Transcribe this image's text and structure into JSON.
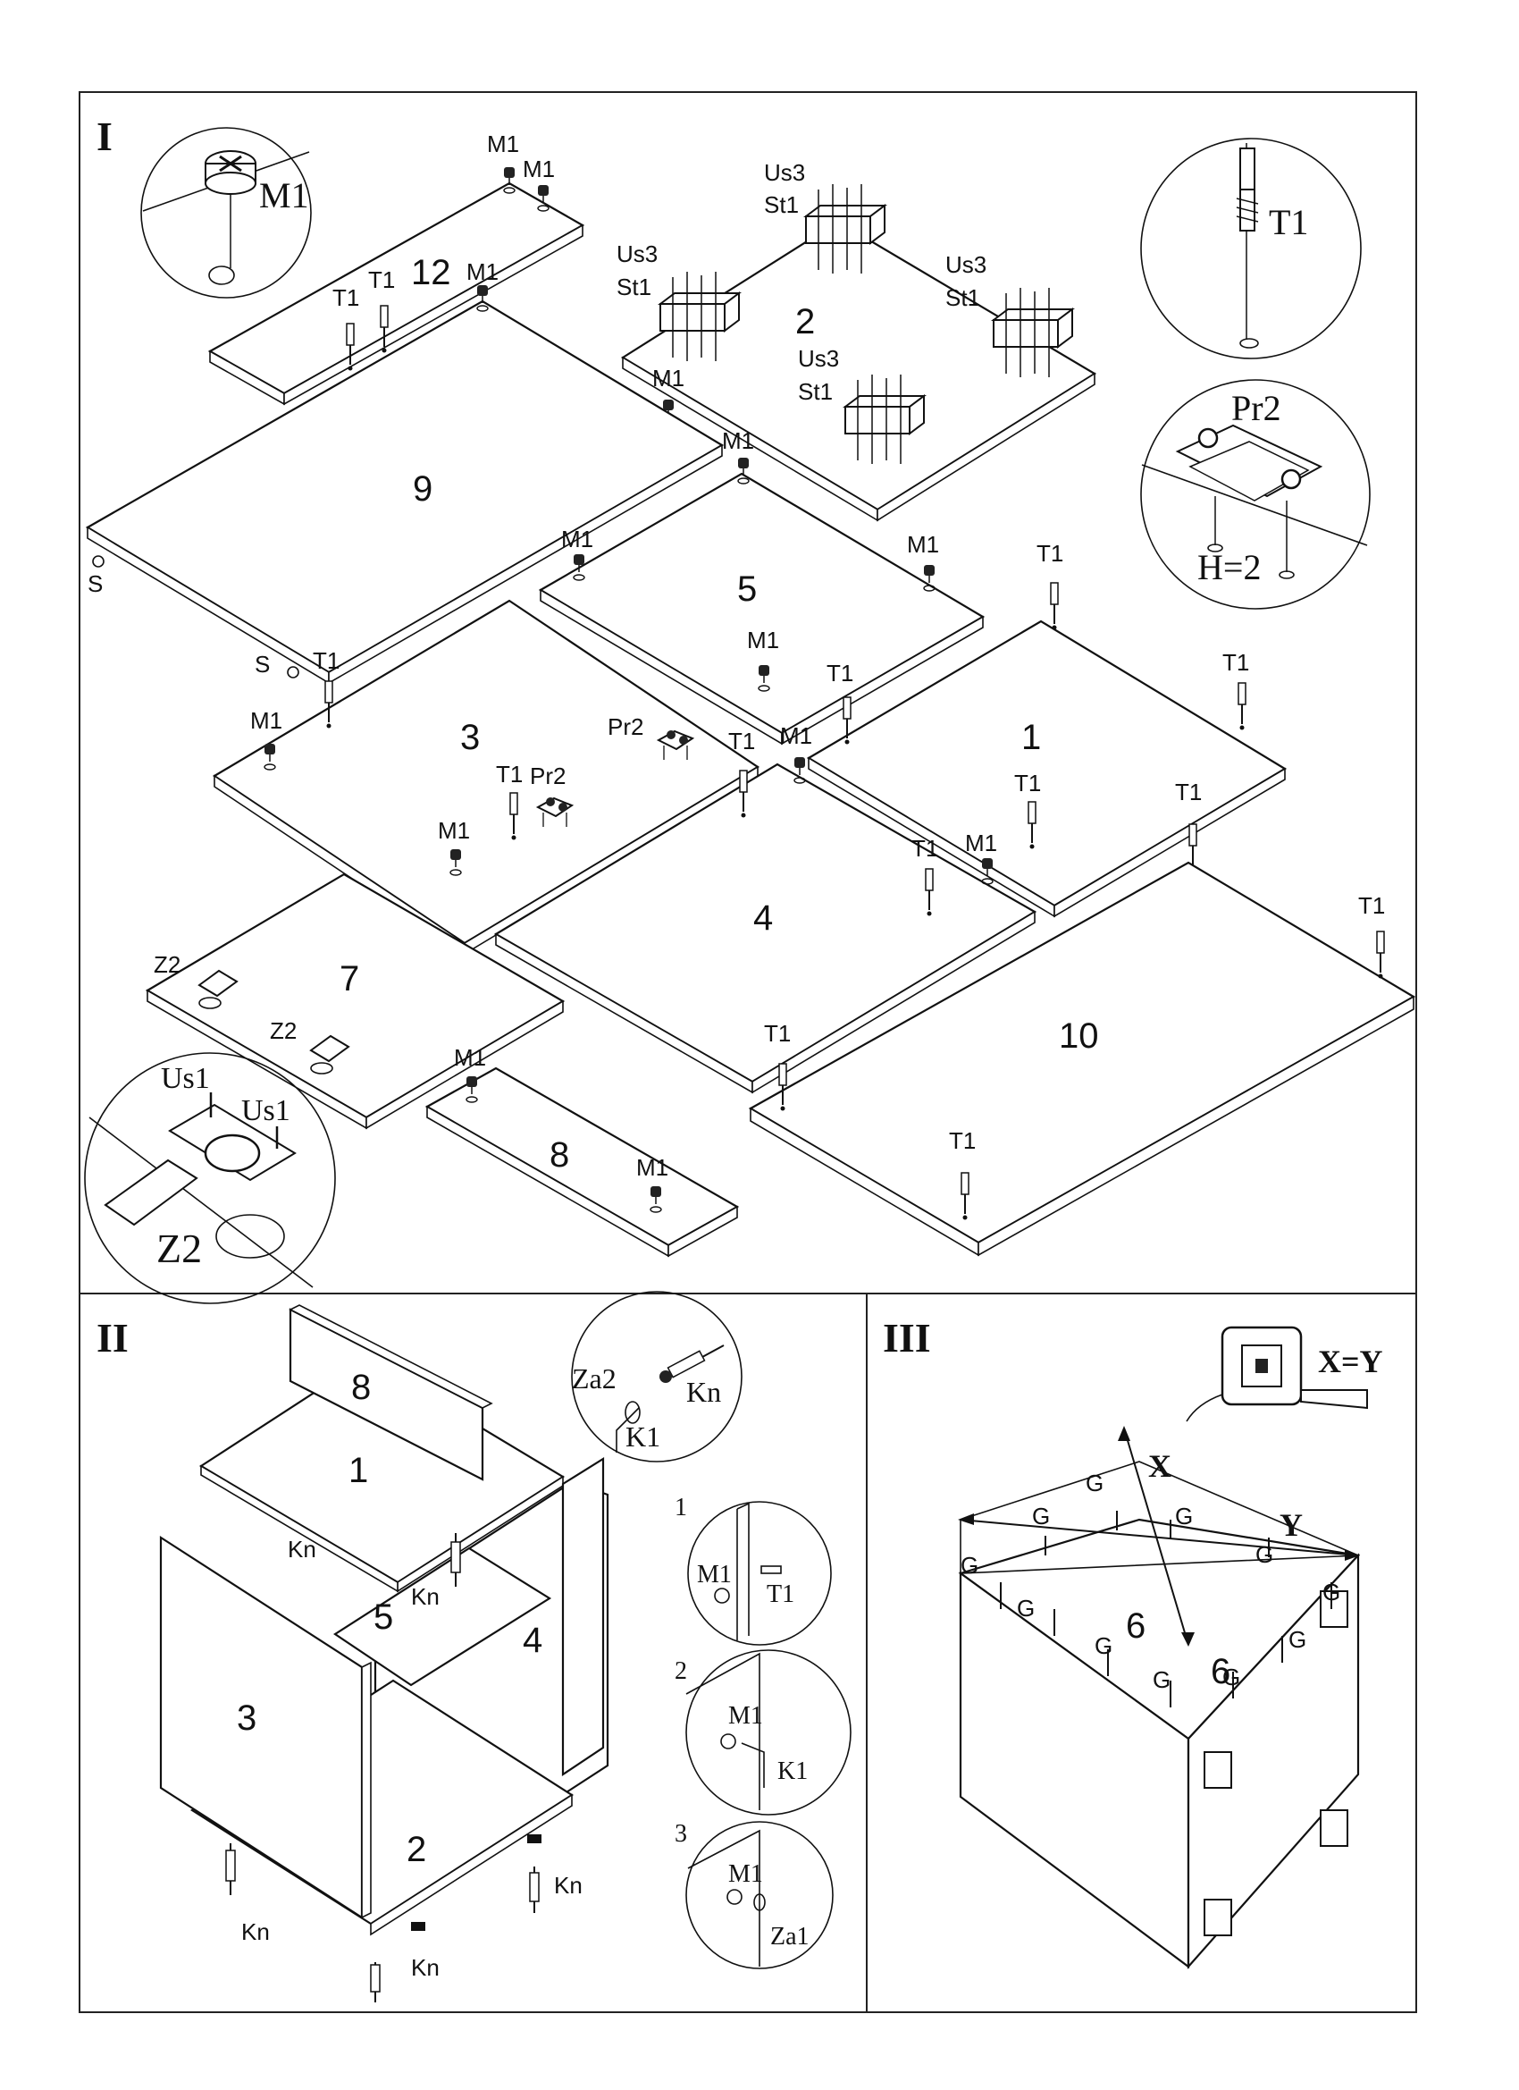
{
  "sections": {
    "one": {
      "label": "I",
      "panels": {
        "p1": "1",
        "p2": "2",
        "p3": "3",
        "p4": "4",
        "p5": "5",
        "p7": "7",
        "p8": "8",
        "p9": "9",
        "p10": "10",
        "p12": "12"
      },
      "hardware": {
        "m1": "M1",
        "t1": "T1",
        "s": "S",
        "us3": "Us3",
        "st1": "St1",
        "pr2": "Pr2",
        "z2": "Z2",
        "us1": "Us1",
        "h2": "H=2"
      }
    },
    "two": {
      "label": "II",
      "panels": {
        "p1": "1",
        "p2": "2",
        "p3": "3",
        "p4": "4",
        "p5": "5",
        "p8": "8"
      },
      "hardware": {
        "kn": "Kn",
        "za2": "Za2",
        "k1": "K1",
        "m1": "M1",
        "t1": "T1",
        "za1": "Za1"
      },
      "steps": [
        "1",
        "2",
        "3"
      ]
    },
    "three": {
      "label": "III",
      "panel": "6",
      "formula": "X=Y",
      "x": "X",
      "y": "Y",
      "g": "G"
    }
  },
  "icons": [
    "cam-lock-detail-icon",
    "dowel-pin-detail-icon",
    "hinge-plate-detail-icon",
    "hinge-detail-icon",
    "tape-measure-icon"
  ]
}
